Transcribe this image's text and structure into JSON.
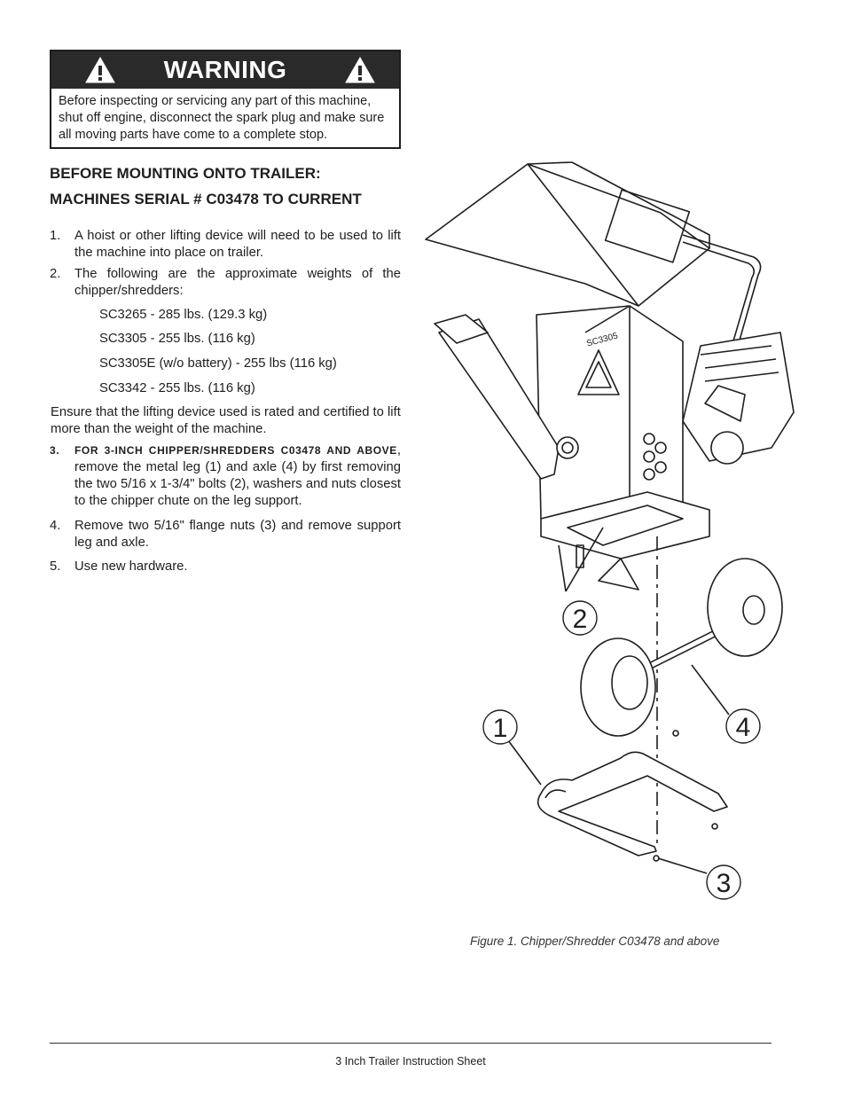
{
  "warning": {
    "title": "WARNING",
    "body": "Before inspecting or servicing any part of this machine, shut off engine, disconnect the spark plug and make sure all moving parts have come to a complete stop."
  },
  "heading": {
    "line1": "BEFORE MOUNTING ONTO TRAILER:",
    "line2": "MACHINES SERIAL # C03478 TO CURRENT"
  },
  "steps": [
    {
      "num": "1.",
      "text": "A hoist or other lifting device will need to be used to lift the machine into place on trailer."
    },
    {
      "num": "2.",
      "text": "The following are the approximate weights of the chipper/shredders:"
    },
    {
      "num": "3.",
      "bold": "FOR 3-INCH CHIPPER/SHREDDERS C03478 AND ABOVE",
      "text": ", remove the metal leg (1) and axle (4) by first removing the two 5/16 x 1-3/4\" bolts (2), washers and nuts closest to the chipper chute on the leg support."
    },
    {
      "num": "4.",
      "text": "Remove two 5/16\" flange nuts (3) and remove support leg and axle."
    },
    {
      "num": "5.",
      "text": "Use new hardware."
    }
  ],
  "weights": [
    "SC3265 - 285 lbs. (129.3 kg)",
    "SC3305 - 255 lbs. (116 kg)",
    "SC3305E (w/o battery) - 255 lbs (116 kg)",
    "SC3342 - 255 lbs. (116 kg)"
  ],
  "ensure_note": "Ensure that the lifting device used is rated and certified to lift more than the weight of the machine.",
  "figure": {
    "callouts": [
      "1",
      "2",
      "3",
      "4"
    ],
    "decal_text": "SC3305",
    "caption": "Figure 1. Chipper/Shredder C03478 and above"
  },
  "footer": "3 Inch Trailer Instruction Sheet"
}
